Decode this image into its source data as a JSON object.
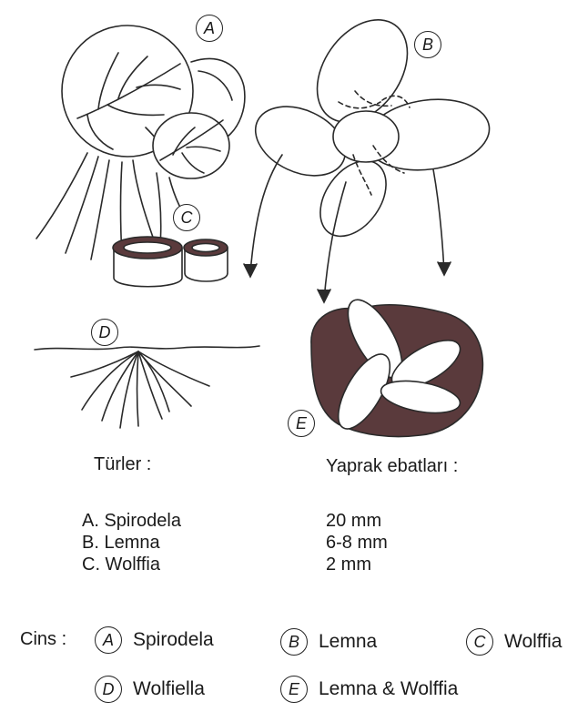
{
  "diagram": {
    "labels": {
      "A": "A",
      "B": "B",
      "C": "C",
      "D": "D",
      "E": "E"
    }
  },
  "table": {
    "left_header": "Türler :",
    "right_header": "Yaprak ebatları :",
    "rows": [
      {
        "species": "A. Spirodela",
        "size": "20 mm"
      },
      {
        "species": "B. Lemna",
        "size": "6-8 mm"
      },
      {
        "species": "C. Wolffia",
        "size": "2 mm"
      }
    ]
  },
  "legend": {
    "title": "Cins :",
    "items": [
      {
        "letter": "A",
        "name": "Spirodela"
      },
      {
        "letter": "B",
        "name": "Lemna"
      },
      {
        "letter": "C",
        "name": "Wolffia"
      },
      {
        "letter": "D",
        "name": "Wolfiella"
      },
      {
        "letter": "E",
        "name": "Lemna & Wolffia"
      }
    ]
  }
}
